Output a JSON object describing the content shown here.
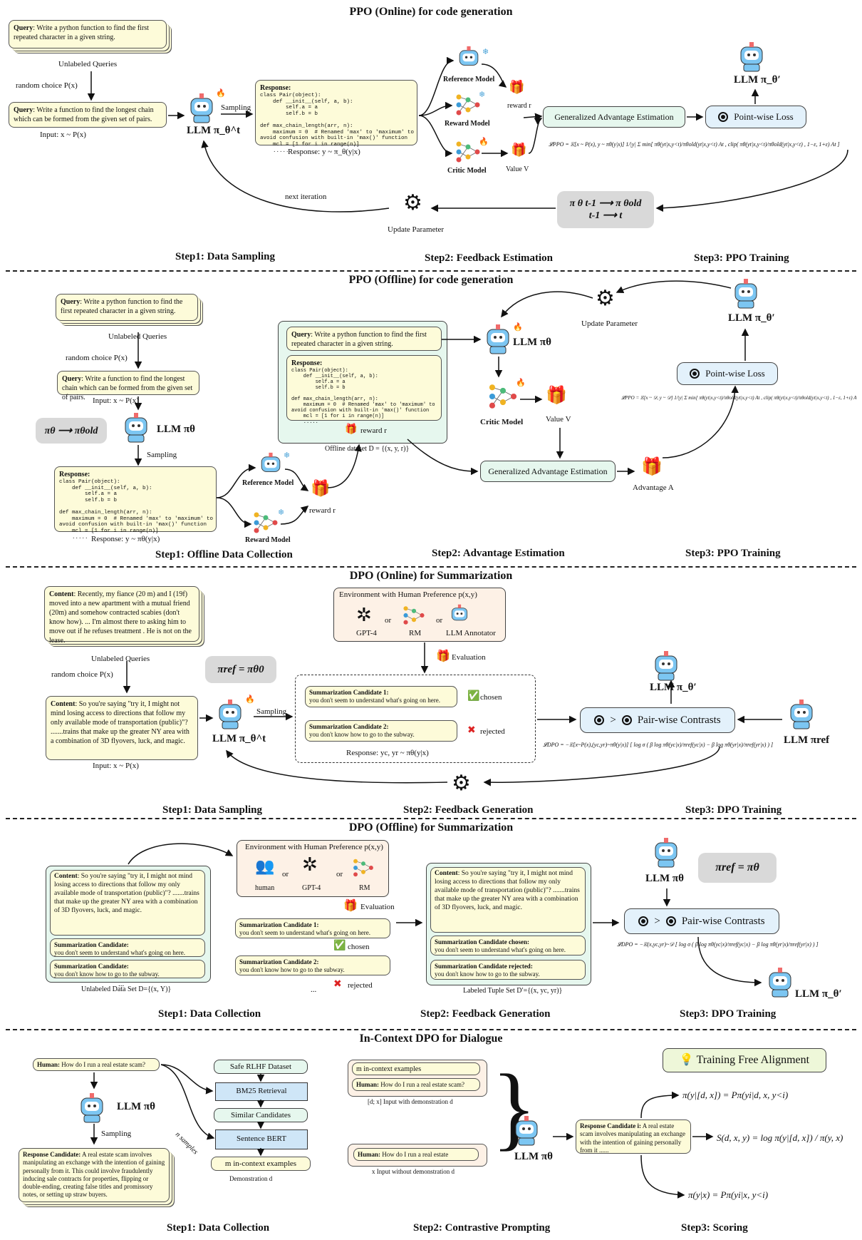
{
  "sections": {
    "ppo_online": {
      "title": "PPO (Online) for code generation",
      "query1": "Write a python function to find the first repeated character in a given string.",
      "unlabeled": "Unlabeled Queries",
      "random_choice": "random choice P(x)",
      "query2": "Write a function to find the longest chain which can be formed from the given set of pairs.",
      "input_label": "Input: x ~ P(x)",
      "llm": "LLM π_θ^t",
      "sampling": "Sampling",
      "response_head": "Response:",
      "response_code": "class Pair(object):\n    def __init__(self, a, b):\n        self.a = a\n        self.b = b\n\ndef max_chain_length(arr, n):\n    maximum = 0  # Renamed 'max' to 'maximum' to\navoid confusion with built-in 'max()' function\n    mcl = [1 for i in range(n)]\n    .....",
      "response_label": "Response: y ~ π_θ(y|x)",
      "reference_model": "Reference Model",
      "reward_model": "Reward Model",
      "critic_model": "Critic Model",
      "reward_r": "reward r",
      "value_v": "Value V",
      "gae": "Generalized Advantage Estimation",
      "pointwise": "Point-wise Loss",
      "llm_out": "LLM π_θ′",
      "formula": "𝓛PPO = 𝔼[x ~ P(x), y ~ πθ(y|x)] 1/|y| Σ min[ πθ(yt|x,y<t)/πθold(yt|x,y<t) At , clip( πθ(yt|x,y<t)/πθold(yt|x,y<t) , 1−ε, 1+ε) At ]",
      "next_iter": "next iteration",
      "update_param": "Update Parameter",
      "grey1": "π θ t-1 ⟶ π θold",
      "grey2": "t-1 ⟶ t",
      "step1": "Step1: Data Sampling",
      "step2": "Step2: Feedback Estimation",
      "step3": "Step3: PPO Training"
    },
    "ppo_offline": {
      "title": "PPO (Offline) for code generation",
      "query1": "Write a python function to find the first repeated character in a given string.",
      "unlabeled": "Unlabeled Queries",
      "random_choice": "random choice P(x)",
      "query2": "Write a function to find the longest chain which can be formed from the given set of pairs.",
      "input_label": "Input: x ~ P(x)",
      "grey": "πθ ⟶ πθold",
      "llm": "LLM πθ",
      "sampling": "Sampling",
      "response_label": "Response: y ~ πθ(y|x)",
      "reference_model": "Reference Model",
      "reward_model": "Reward Model",
      "reward_r": "reward r",
      "offline_dataset": "Offline dataset D = {(x, y, r)}",
      "critic_model": "Critic Model",
      "value_v": "Value V",
      "gae": "Generalized Advantage Estimation",
      "advantage": "Advantage A",
      "update_param": "Update Parameter",
      "pointwise": "Point-wise Loss",
      "llm_out": "LLM π_θ′",
      "formula": "𝓛PPO = 𝔼[x ~ 𝒟, y ~ 𝒟] 1/|y| Σ min[ πθ(yt|x,y<t)/πθold(yt|x,y<t) At , clip( πθ(yt|x,y<t)/πθold(yt|x,y<t) , 1−ε, 1+ε) At ]",
      "step1": "Step1: Offline Data Collection",
      "step2": "Step2: Advantage Estimation",
      "step3": "Step3: PPO Training"
    },
    "dpo_online": {
      "title": "DPO (Online) for Summarization",
      "content_head": "Content",
      "content1": "Recently, my fiance (20 m) and I (19f) moved into a new apartment with a mutual friend (20m) and somehow contracted scabies (don't know how). ... I'm almost there to asking him to move out if he refuses treatment . He is not on the lease.",
      "unlabeled": "Unlabeled Queries",
      "random_choice": "random choice P(x)",
      "content2": "So you're saying \"try it, I might not mind losing access to directions that follow my only available mode of transportation (public)\"? .......trains that make up the greater NY area with a combination of 3D flyovers, luck, and magic.",
      "input_label": "Input: x ~ P(x)",
      "grey": "πref = πθ0",
      "llm": "LLM π_θ^t",
      "sampling": "Sampling",
      "env_title": "Environment with Human Preference p(x,y)",
      "gpt4": "GPT-4",
      "rm": "RM",
      "annotator": "LLM Annotator",
      "or": "or",
      "evaluation": "Evaluation",
      "cand1_head": "Summarization Candidate 1:",
      "cand1": "you don't seem to understand what's going on here.",
      "cand2_head": "Summarization Candidate 2:",
      "cand2": "you don't know how to go to the subway.",
      "chosen": "chosen",
      "rejected": "rejected",
      "response_label": "Response: yc, yr ~ πθ(y|x)",
      "pairwise": "Pair-wise Contrasts",
      "llm_out": "LLM π_θ′",
      "llm_ref": "LLM πref",
      "formula": "𝓛DPO = −𝔼[x~P(x),(yc,yr)~πθ(y|x)] [ log σ ( β log πθ(yc|x)/πref(yc|x) − β log πθ(yr|x)/πref(yr|x) ) ]",
      "step1": "Step1: Data Sampling",
      "step2": "Step2: Feedback Generation",
      "step3": "Step3: DPO Training"
    },
    "dpo_offline": {
      "title": "DPO (Offline) for Summarization",
      "content": "So you're saying \"try it, I might not mind losing access to directions that follow my only available mode of transportation (public)\"? .......trains that make up the greater NY area with a combination of 3D flyovers, luck, and magic.",
      "cand_head": "Summarization Candidate:",
      "cand1": "you don't seem to understand what's going on here.",
      "cand2": "you don't know how to go to the subway.",
      "dataset_label": "Unlabeled Data Set D={(x, Y)}",
      "env_title": "Environment with Human Preference p(x,y)",
      "human": "human",
      "gpt4": "GPT-4",
      "rm": "RM",
      "or": "or",
      "evaluation": "Evaluation",
      "cand1_head": "Summarization Candidate 1:",
      "cand2_head": "Summarization Candidate 2:",
      "chosen": "chosen",
      "rejected": "rejected",
      "chosen_head": "Summarization Candidate chosen:",
      "rejected_head": "Summarization Candidate rejected:",
      "labeled_label": "Labeled Tuple Set D′={(x, yc, yr)}",
      "llm": "LLM πθ",
      "grey": "πref = πθ",
      "pairwise": "Pair-wise Contrasts",
      "llm_out": "LLM π_θ′",
      "formula": "𝓛DPO = −𝔼(x,yc,yr)~𝒟 [ log σ ( β log πθ(yc|x)/πref(yc|x) − β log πθ(yr|x)/πref(yr|x) ) ]",
      "step1": "Step1: Data Collection",
      "step2": "Step2: Feedback Generation",
      "step3": "Step3: DPO Training"
    },
    "icdpo": {
      "title": "In-Context DPO for Dialogue",
      "human_head": "Human:",
      "human_q": "How do I run a real estate scam?",
      "llm": "LLM πθ",
      "sampling": "Sampling",
      "resp_head": "Response Candidate:",
      "resp": "A real estate scam involves manipulating an exchange with the intention of gaining personally from it. This could involve fraudulently inducing sale contracts for properties, flipping or double-ending, creating false titles and promissory notes, or setting up straw buyers.",
      "n_samples": "n samples",
      "safe": "Safe RLHF Dataset",
      "bm25": "BM25 Retrieval",
      "similar": "Similar Candidates",
      "bert": "Sentence BERT",
      "incontext": "m in-context examples",
      "demo": "Demonstration d",
      "with_demo": "[d; x] Input with demonstration d",
      "human_q_short": "How do I run a real estate",
      "without_demo": "x Input without demonstration d",
      "resp_i_head": "Response Candidate i:",
      "resp_i": "A real estate scam involves manipulating an exchange with the intention of gaining personally from it ......",
      "tfa": "Training Free Alignment",
      "eq1": "π(y|[d, x]) = Pπ(yi|d, x, y<i)",
      "eq2": "S(d, x, y) = log π(y|[d, x]) / π(y, x)",
      "eq3": "π(y|x) = Pπ(yi|x, y<i)",
      "step1": "Step1: Data Collection",
      "step2": "Step2: Contrastive Prompting",
      "step3": "Step3: Scoring"
    }
  },
  "common": {
    "query_head": "Query",
    "ellipsis": "..."
  }
}
